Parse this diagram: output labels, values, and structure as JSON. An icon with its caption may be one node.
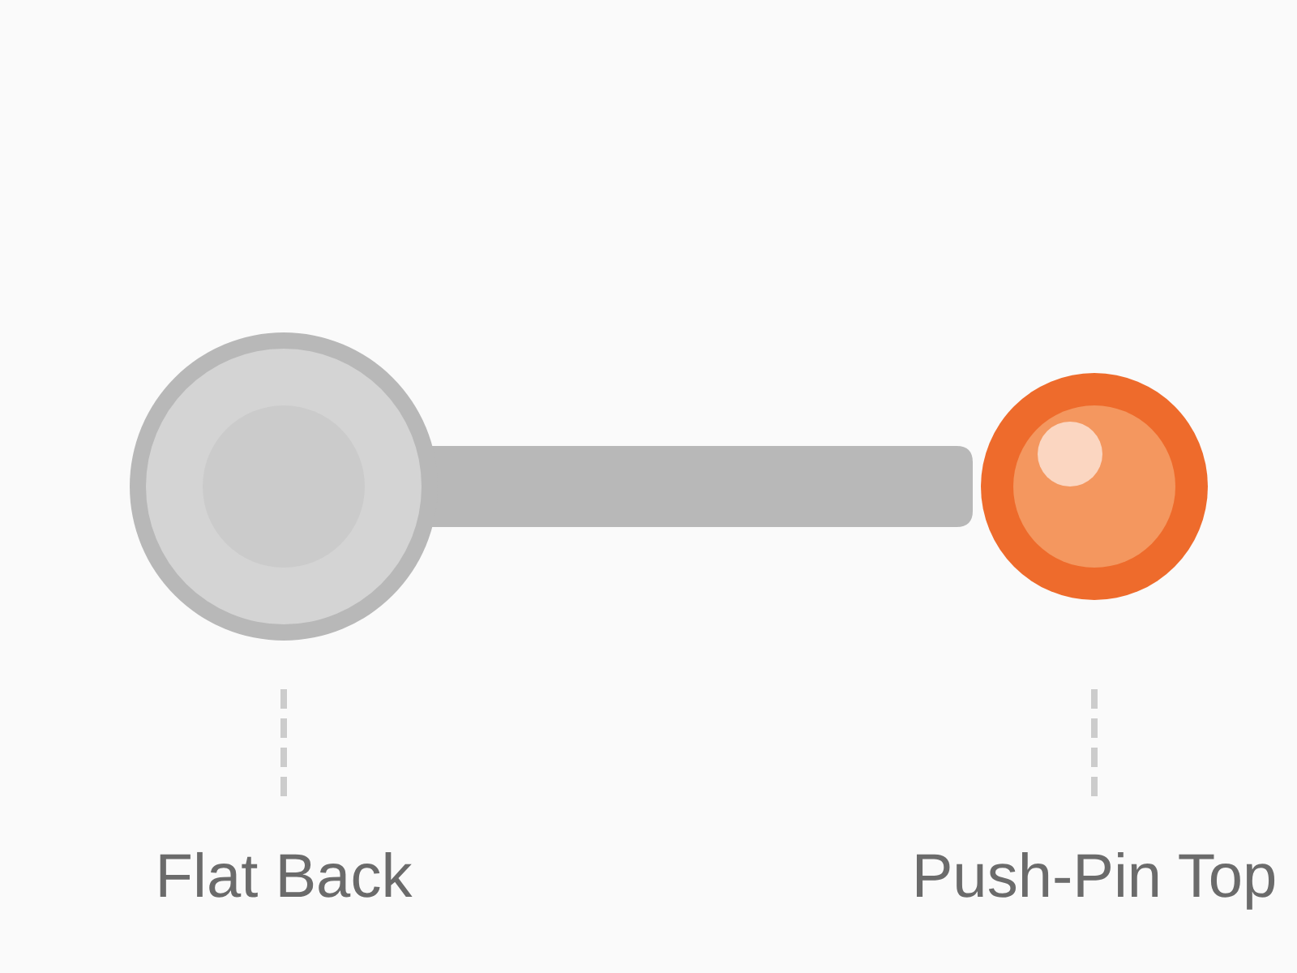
{
  "diagram": {
    "nodes": [
      {
        "text": [],
        "shape": "circle"
      },
      {
        "text": [],
        "shape": "circle"
      },
      {
        "text": [
          "Flat Back"
        ]
      },
      {
        "text": [
          "Push-Pin Top"
        ]
      }
    ],
    "edges": [
      {
        "from": 0,
        "to": 1,
        "arrow": "none",
        "style": "thick",
        "color": "#b8b8b8"
      },
      {
        "from": 2,
        "to": 0,
        "arrow": "none",
        "style": "dashed"
      },
      {
        "from": 3,
        "to": 1,
        "arrow": "none",
        "style": "dashed"
      }
    ]
  }
}
